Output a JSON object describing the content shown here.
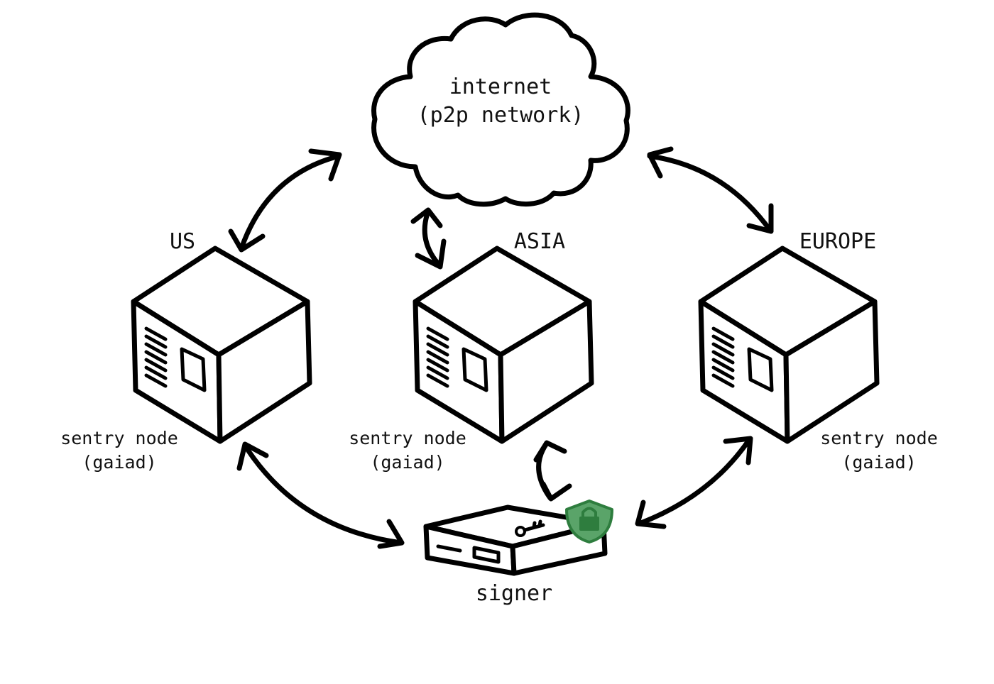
{
  "cloud": {
    "line1": "internet",
    "line2": "(p2p network)"
  },
  "nodes": [
    {
      "region": "US",
      "caption_line1": "sentry node",
      "caption_line2": "(gaiad)"
    },
    {
      "region": "ASIA",
      "caption_line1": "sentry node",
      "caption_line2": "(gaiad)"
    },
    {
      "region": "EUROPE",
      "caption_line1": "sentry node",
      "caption_line2": "(gaiad)"
    }
  ],
  "signer": {
    "label": "signer"
  },
  "colors": {
    "ink": "#000000",
    "shield_fill": "#5aa469",
    "shield_dark": "#2e7d3e"
  },
  "icons": [
    "cloud-icon",
    "server-icon",
    "signer-device-icon",
    "key-icon",
    "shield-lock-icon"
  ]
}
